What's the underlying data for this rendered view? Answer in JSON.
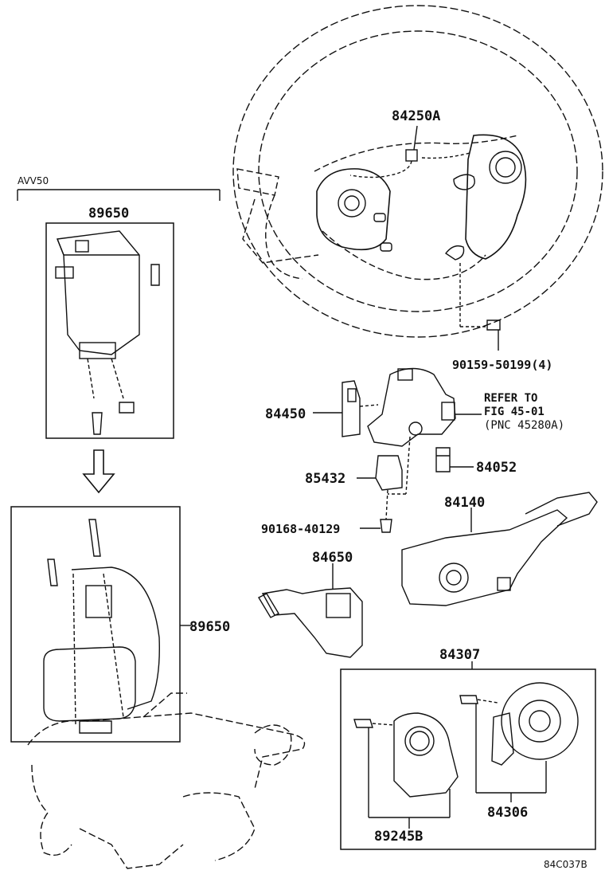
{
  "header": {
    "variant": "AVV50"
  },
  "labels": {
    "ignition_assy_top": "89650",
    "ignition_assy_side": "89650",
    "horn_switch": "84250A",
    "bolt": "90159-50199(4)",
    "bracket_switch": "84450",
    "refer": {
      "line1": "REFER TO",
      "line2": "FIG 45-01",
      "line3": "(PNC 45280A)"
    },
    "light_switch": "85432",
    "sensor": "84052",
    "screw": "90168-40129",
    "turn_signal": "84140",
    "wiper_switch": "84650",
    "spiral_cable_assy": "84307",
    "steering_sensor": "89245B",
    "spiral_cable": "84306",
    "figure_code": "84C037B"
  }
}
